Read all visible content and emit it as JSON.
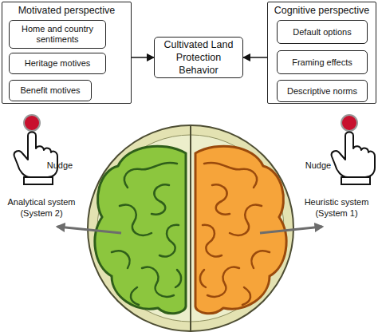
{
  "diagram": {
    "nodes": [
      {
        "text": [
          "Motivated perspective"
        ]
      },
      {
        "text": [
          "Home and country sentiments"
        ],
        "in": 0
      },
      {
        "text": [
          "Heritage motives"
        ],
        "in": 0
      },
      {
        "text": [
          "Benefit motives"
        ],
        "in": 0
      },
      {
        "text": [
          "Cultivated Land Protection Behavior"
        ]
      },
      {
        "text": [
          "Cognitive perspective"
        ]
      },
      {
        "text": [
          "Default options"
        ],
        "in": 5
      },
      {
        "text": [
          "Framing effects"
        ],
        "in": 5
      },
      {
        "text": [
          "Descriptive norms"
        ],
        "in": 5
      }
    ],
    "edges": [
      {
        "from": 0,
        "to": 4,
        "arrow": "to"
      },
      {
        "from": 5,
        "to": 4,
        "arrow": "to"
      }
    ],
    "labels": [
      "Nudge",
      "Nudge",
      "Analytical system (System 2)",
      "Heuristic system (System 1)"
    ]
  }
}
